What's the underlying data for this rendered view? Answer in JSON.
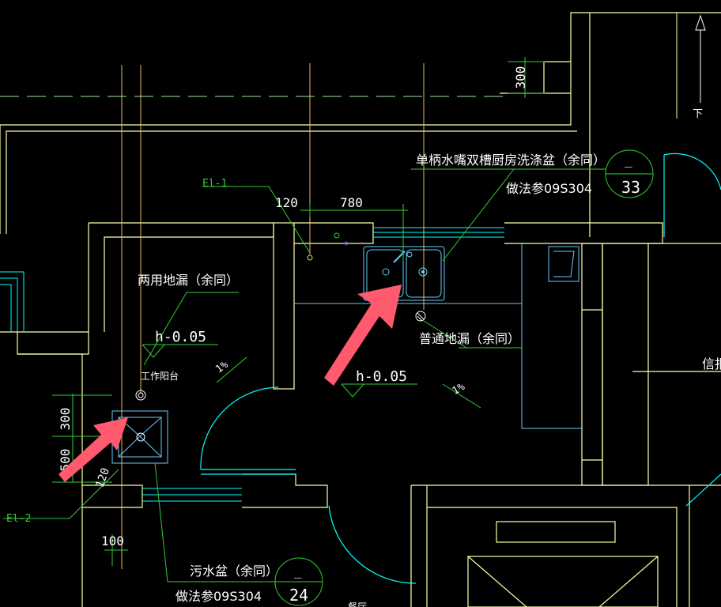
{
  "colors": {
    "background": "#000000",
    "wall": "#ffffaa",
    "pipe": "#ffcc66",
    "fixture": "#66ccff",
    "cyan": "#00ffff",
    "annotation": "#33cc33",
    "label": "#ffffff",
    "arrow": "#ff5a6e"
  },
  "dimensions": {
    "top_300": "300",
    "dim_120_top": "120",
    "dim_780": "780",
    "left_300": "300",
    "left_500": "500",
    "left_120": "120",
    "bottom_100": "100"
  },
  "labels": {
    "sink_title": "单柄水嘴双槽厨房洗涤盆（余同）",
    "sink_ref": "做法参09S304",
    "sink_ref_num": "33",
    "sink_ref_dash": "_",
    "floor_drain_dual": "两用地漏（余同）",
    "floor_drain_normal": "普通地漏（余同）",
    "mop_sink_title": "污水盆（余同）",
    "mop_sink_ref": "做法参09S304",
    "mop_sink_ref_num": "24",
    "mop_sink_ref_dash": "_",
    "level_balcony": "h-0.05",
    "level_kitchen": "h-0.05",
    "slope_balcony": "1%",
    "slope_kitchen": "1%",
    "room_balcony": "工作阳台",
    "room_dining": "餐厅",
    "right_cut": "信报",
    "stair_down": "下",
    "el_1": "El-1",
    "el_2": "El-2"
  }
}
